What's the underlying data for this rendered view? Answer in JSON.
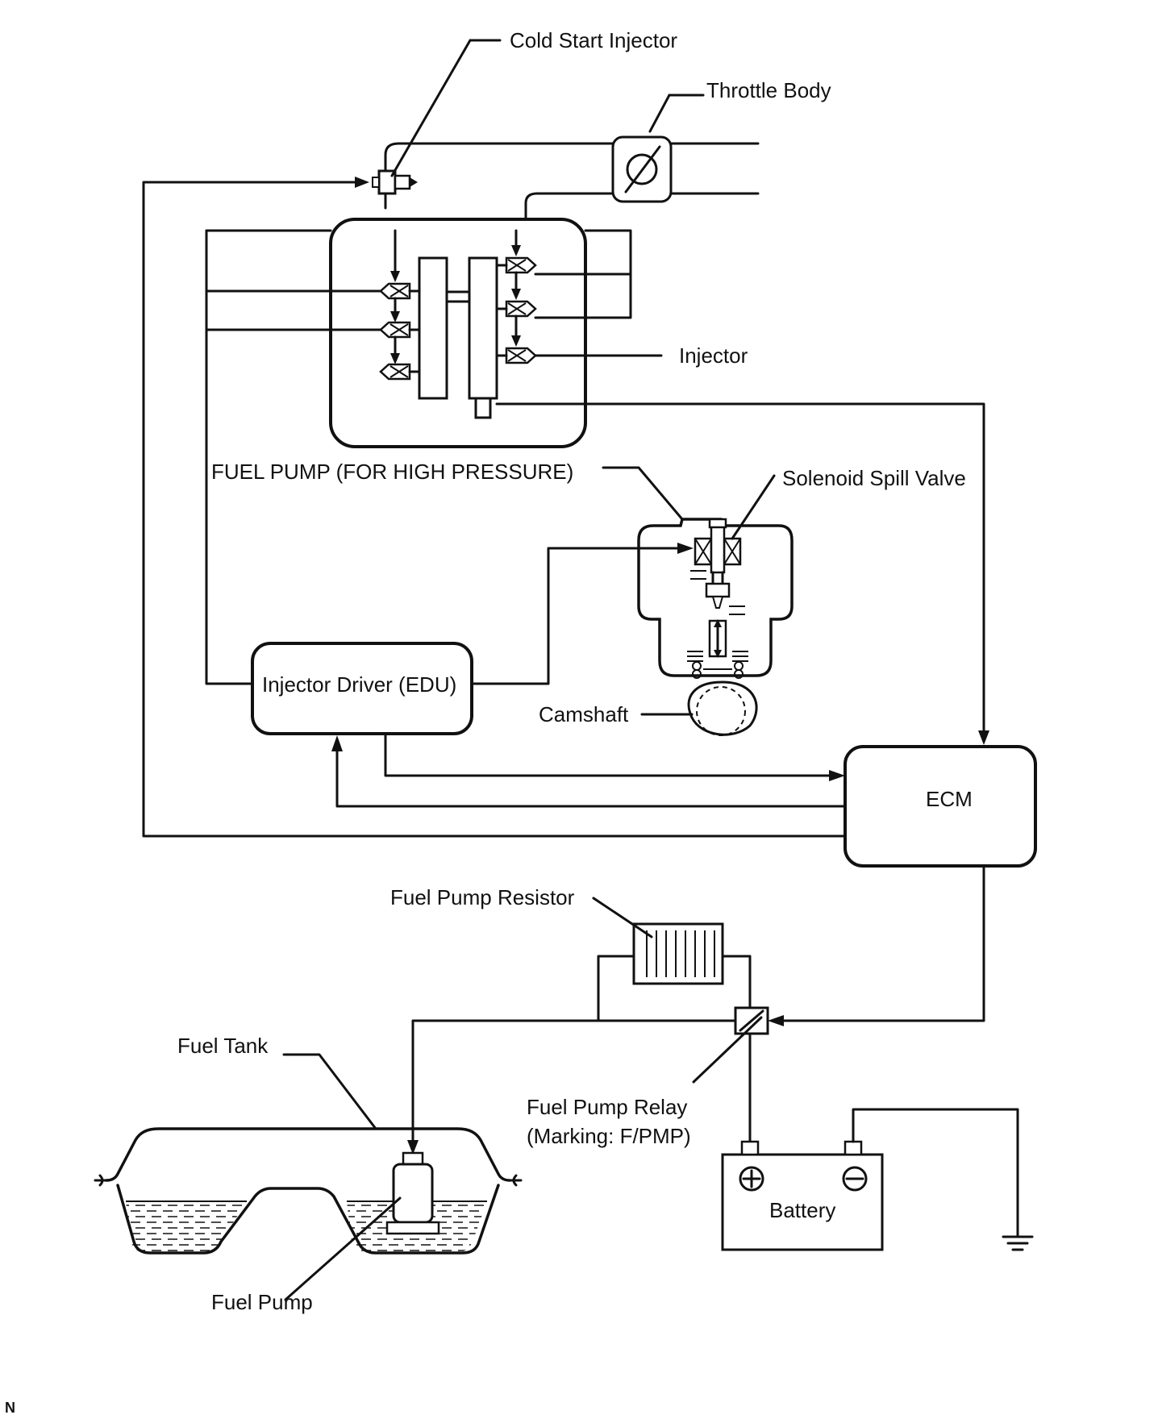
{
  "labels": {
    "cold_start_injector": "Cold Start Injector",
    "throttle_body": "Throttle Body",
    "injector": "Injector",
    "fuel_pump_high_pressure": "FUEL PUMP (FOR HIGH PRESSURE)",
    "solenoid_spill_valve": "Solenoid Spill Valve",
    "injector_driver": "Injector Driver (EDU)",
    "camshaft": "Camshaft",
    "ecm": "ECM",
    "fuel_pump_resistor": "Fuel Pump Resistor",
    "fuel_tank": "Fuel Tank",
    "fuel_pump_relay_line1": "Fuel Pump Relay",
    "fuel_pump_relay_line2": "(Marking: F/PMP)",
    "battery": "Battery",
    "fuel_pump": "Fuel Pump",
    "corner_mark": "N"
  }
}
